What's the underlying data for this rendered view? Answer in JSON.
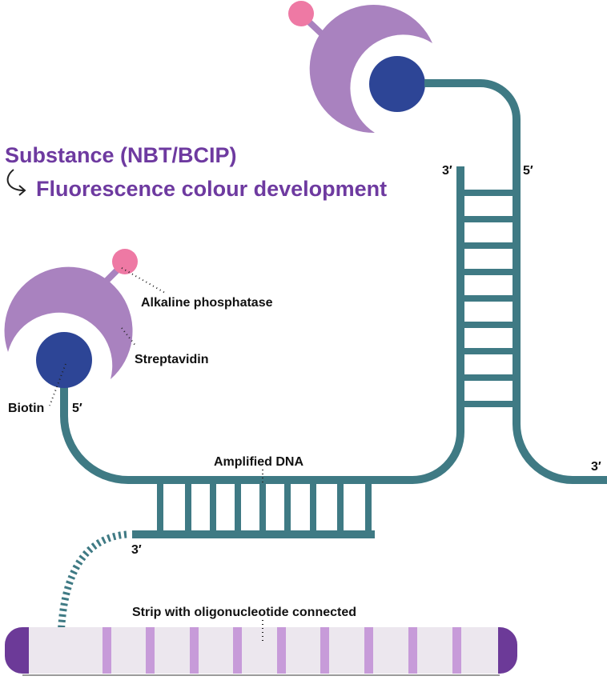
{
  "headline": {
    "line1": "Substance (NBT/BCIP)",
    "line2": "Fluorescence colour development"
  },
  "labels": {
    "alkaline_phosphatase": "Alkaline phosphatase",
    "streptavidin": "Streptavidin",
    "biotin": "Biotin",
    "amplified_dna": "Amplified DNA",
    "strip": "Strip with oligonucleotide connected"
  },
  "ends": {
    "left_top_5": "5′",
    "left_bottom_3": "3′",
    "hairpin_left_3": "3′",
    "hairpin_right_5": "5′",
    "right_tail_3": "3′"
  },
  "colors": {
    "dna_strand": "#3f7a84",
    "streptavidin": "#a982bf",
    "biotin": "#2d4596",
    "alkaline_phosphatase": "#ee79a4",
    "headline": "#6e3aa0",
    "strip_body": "#ece7ee",
    "strip_band": "#c79bd9",
    "strip_end": "#6c3a98"
  }
}
